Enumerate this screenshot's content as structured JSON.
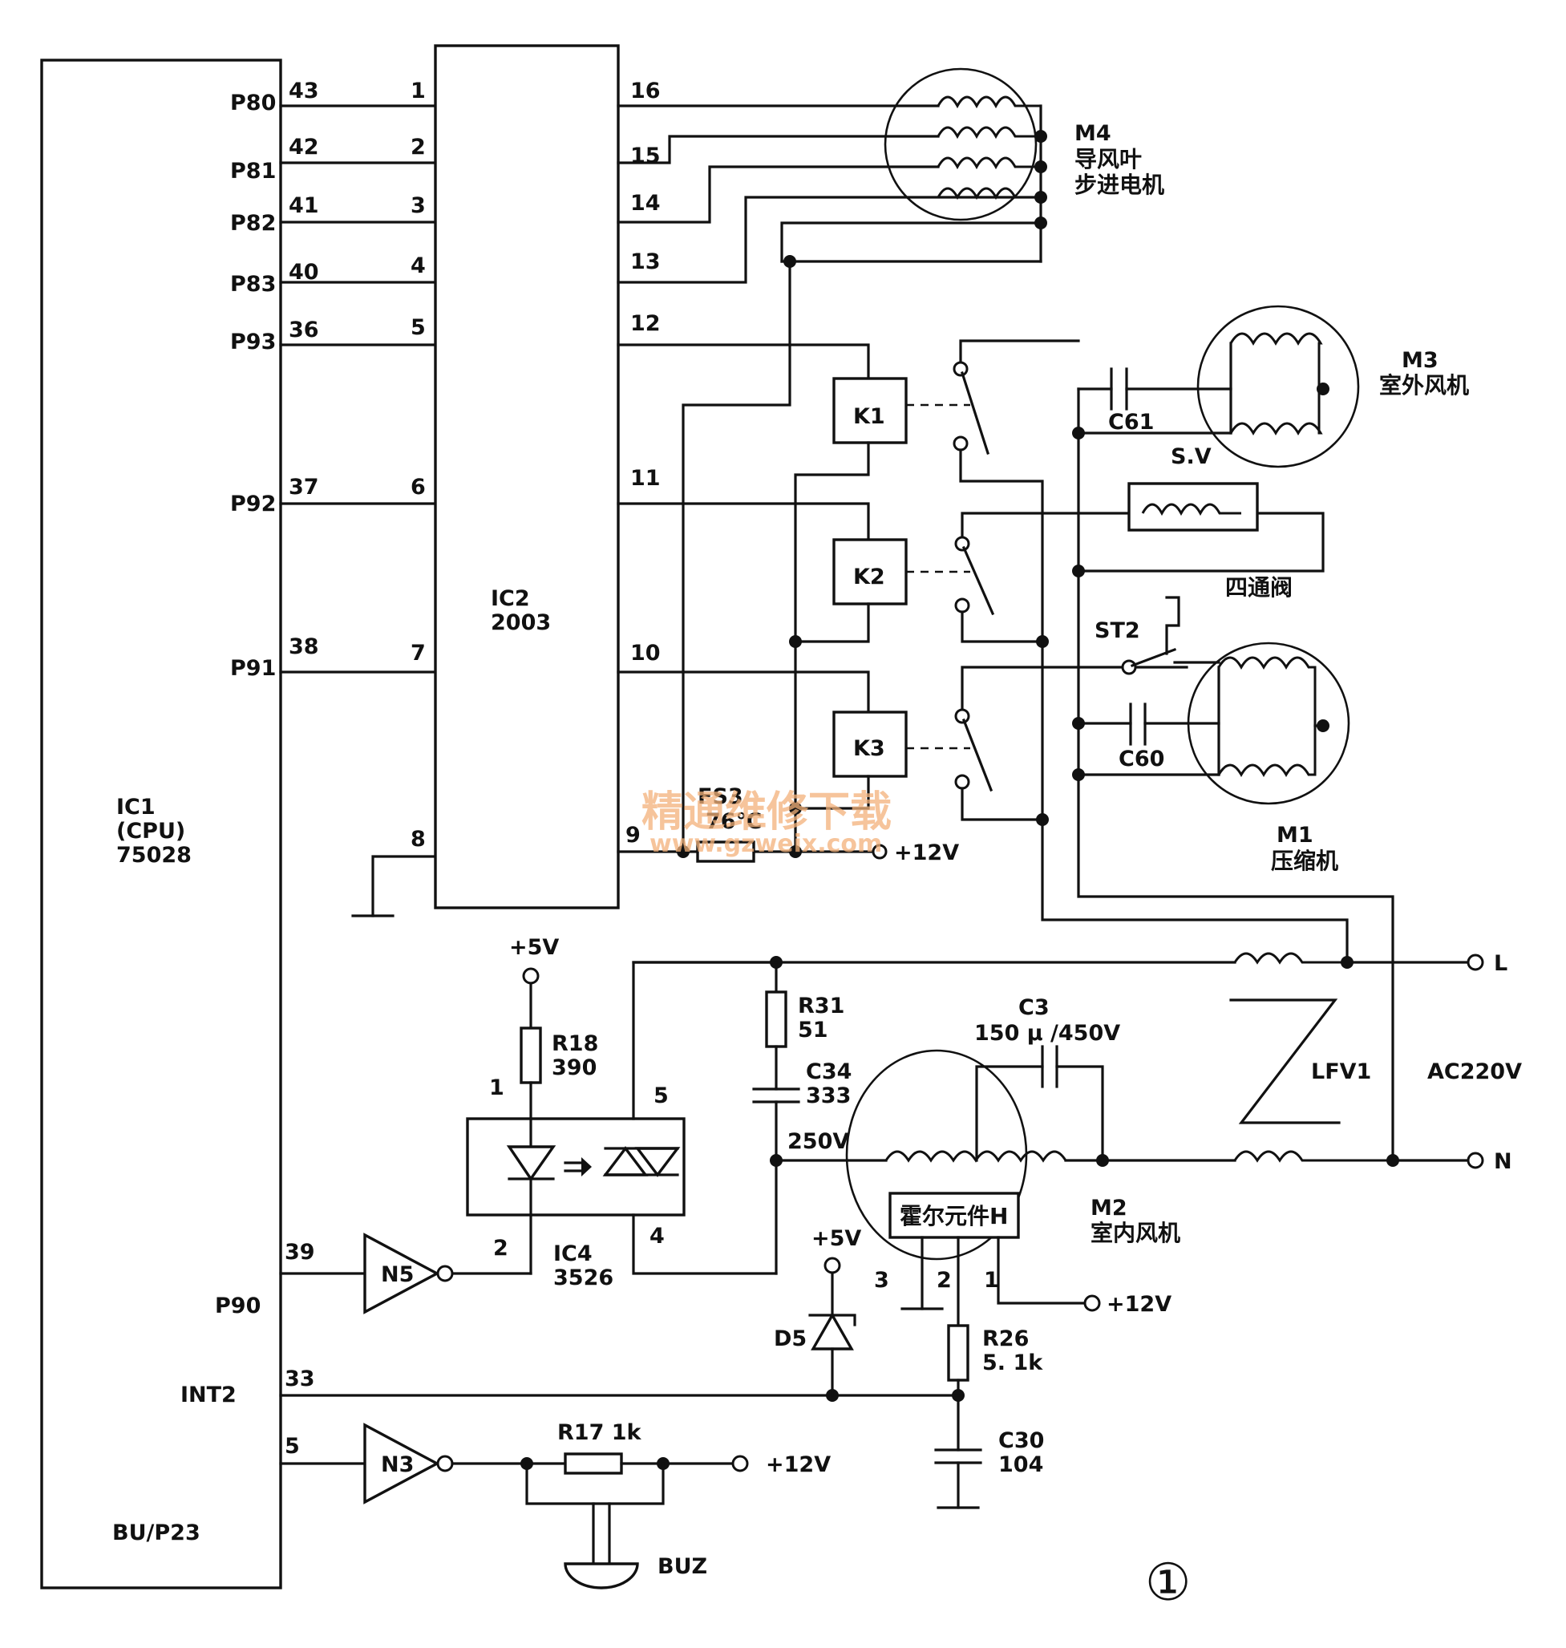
{
  "ic1": {
    "name": "IC1",
    "sub": "(CPU)",
    "part": "75028",
    "pkg": "BU/P23",
    "pins": {
      "p80": "P80",
      "p81": "P81",
      "p82": "P82",
      "p83": "P83",
      "p93": "P93",
      "p92": "P92",
      "p91": "P91",
      "p90": "P90",
      "int2": "INT2"
    },
    "nums": {
      "n43": "43",
      "n42": "42",
      "n41": "41",
      "n40": "40",
      "n36": "36",
      "n37": "37",
      "n38": "38",
      "n39": "39",
      "n33": "33",
      "n5": "5"
    }
  },
  "ic2": {
    "name": "IC2",
    "part": "2003",
    "in": {
      "i1": "1",
      "i2": "2",
      "i3": "3",
      "i4": "4",
      "i5": "5",
      "i6": "6",
      "i7": "7",
      "i8": "8"
    },
    "out": {
      "o16": "16",
      "o15": "15",
      "o14": "14",
      "o13": "13",
      "o12": "12",
      "o11": "11",
      "o10": "10",
      "o9": "9"
    }
  },
  "m4": {
    "name": "M4",
    "desc1": "导风叶",
    "desc2": "步进电机"
  },
  "m3": {
    "name": "M3",
    "desc": "室外风机"
  },
  "m1": {
    "name": "M1",
    "desc": "压缩机"
  },
  "m2": {
    "name": "M2",
    "desc": "室内风机"
  },
  "relays": {
    "k1": "K1",
    "k2": "K2",
    "k3": "K3"
  },
  "caps": {
    "c61": "C61",
    "c60": "C60",
    "c3": "C3",
    "c3v": "150 μ /450V",
    "c34": "C34",
    "c34v": "333",
    "c30": "C30",
    "c30v": "104"
  },
  "sv": {
    "name": "S.V",
    "desc": "四通阀"
  },
  "st2": "ST2",
  "fuse": {
    "name": "FS3",
    "value": "76℃"
  },
  "rails": {
    "v12a": "+12V",
    "v12b": "+12V",
    "v12c": "+12V",
    "v5a": "+5V",
    "v5b": "+5V",
    "v250": "250V"
  },
  "res": {
    "r31": "R31",
    "r31v": "51",
    "r18": "R18",
    "r18v": "390",
    "r26": "R26",
    "r26v": "5. 1k",
    "r17": "R17  1k"
  },
  "ic4": {
    "name": "IC4",
    "part": "3526",
    "p1": "1",
    "p2": "2",
    "p4": "4",
    "p5": "5"
  },
  "gates": {
    "n5": "N5",
    "n3": "N3"
  },
  "diode": "D5",
  "hall": {
    "name": "霍尔元件H",
    "p1": "1",
    "p2": "2",
    "p3": "3"
  },
  "mains": {
    "l": "L",
    "n": "N",
    "ac": "AC220V",
    "lfv": "LFV1"
  },
  "buzzer": "BUZ",
  "fig": "①",
  "watermark": {
    "cn": "精通维修下载",
    "url": "www.gzweix.com"
  }
}
